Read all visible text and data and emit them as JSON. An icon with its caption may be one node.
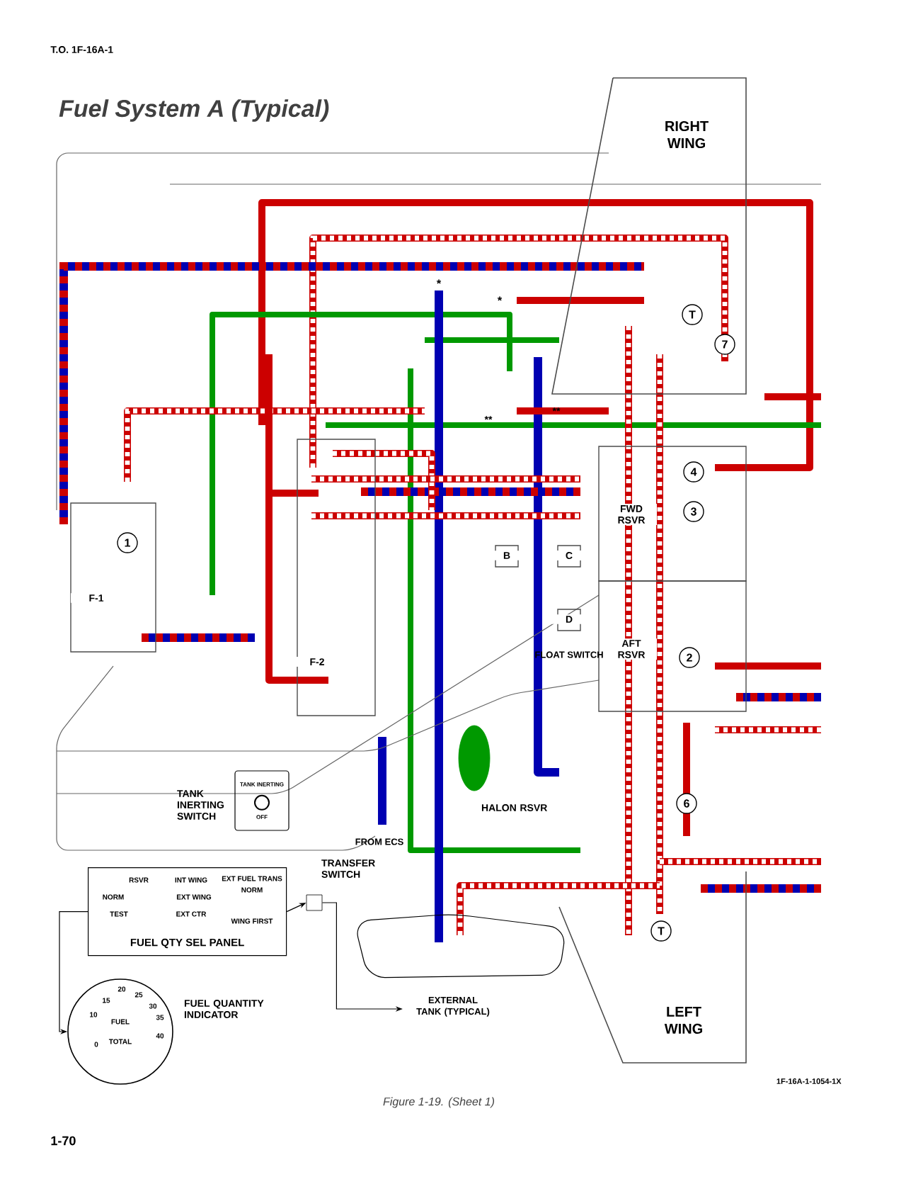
{
  "diagram": {
    "title": "Fuel System A (Typical)",
    "caption": "Figure 1-19. (Sheet 1)",
    "nodes": [
      {
        "text": [
          "RIGHT WING"
        ]
      },
      {
        "text": [
          "LEFT WING"
        ]
      },
      {
        "text": [
          "F-1"
        ]
      },
      {
        "text": [
          "1"
        ],
        "in": 2
      },
      {
        "text": [
          "F-2"
        ]
      },
      {
        "text": [
          "FWD RSVR"
        ]
      },
      {
        "text": [
          "4"
        ],
        "in": 5
      },
      {
        "text": [
          "3"
        ],
        "in": 5
      },
      {
        "text": [
          "AFT RSVR"
        ]
      },
      {
        "text": [
          "2"
        ],
        "in": 8
      },
      {
        "text": [
          "B"
        ]
      },
      {
        "text": [
          "C"
        ]
      },
      {
        "text": [
          "D"
        ]
      },
      {
        "text": [
          "T"
        ],
        "in": 0
      },
      {
        "text": [
          "7"
        ],
        "in": 0
      },
      {
        "text": [
          "6"
        ]
      },
      {
        "text": [
          "T"
        ],
        "in": 1
      },
      {
        "text": [
          "TANK INERTING",
          "OFF"
        ],
        "beside": [
          "TANK INERTING SWITCH"
        ]
      },
      {
        "text": [],
        "shape": "cylinder",
        "beside": [
          "HALON RSVR"
        ]
      },
      {
        "text": [],
        "shape": "box",
        "beside": [
          "TRANSFER SWITCH"
        ]
      },
      {
        "text": [
          "FUEL QTY SEL PANEL"
        ]
      },
      {
        "text": [
          "EXTERNAL TANK (TYPICAL)"
        ]
      },
      {
        "text": [
          "FUEL",
          "TOTAL"
        ],
        "beside": [
          "FUEL QUANTITY INDICATOR"
        ]
      }
    ],
    "edges": [
      {
        "from": 20,
        "to": 22,
        "arrow": "to"
      },
      {
        "from": 20,
        "to": 19,
        "arrow": "to"
      },
      {
        "from": 19,
        "to": 21,
        "arrow": "to"
      }
    ],
    "labels": [
      "T.O. 1F-16A-1",
      "*",
      "*",
      "**",
      "**",
      "FLOAT SWITCH",
      "FROM ECS",
      "RSVR",
      "INT WING",
      "NORM",
      "EXT WING",
      "TEST",
      "EXT CTR",
      "EXT FUEL TRANS",
      "NORM",
      "WING FIRST",
      "0",
      "10",
      "15",
      "20",
      "25",
      "30",
      "35",
      "40",
      "1-70",
      "1F-16A-1-1054-1X"
    ]
  }
}
